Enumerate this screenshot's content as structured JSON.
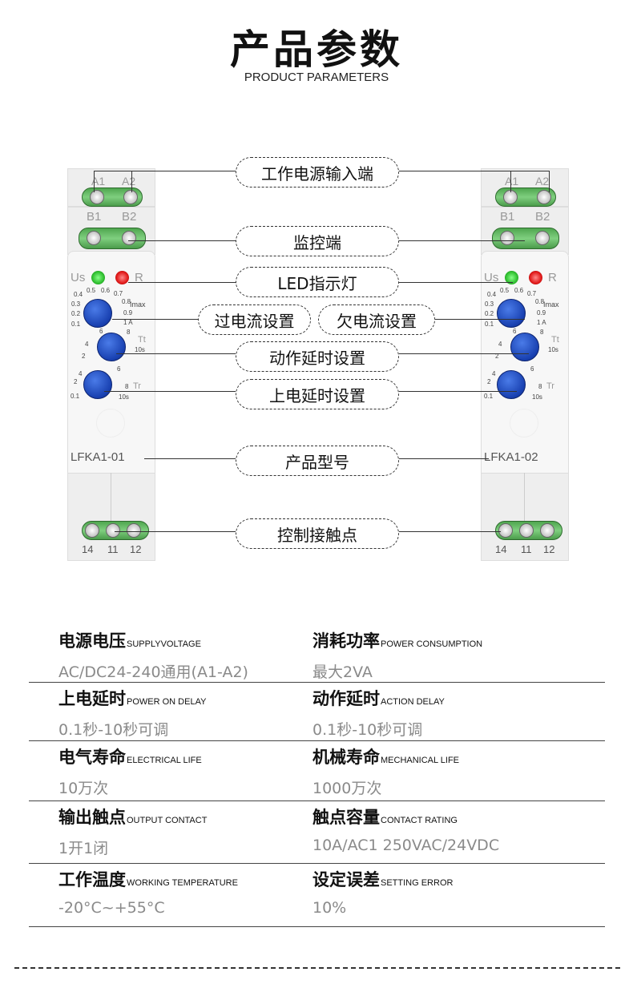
{
  "header": {
    "title": "产品参数",
    "subtitle": "PRODUCT PARAMETERS"
  },
  "callouts": {
    "power_input": "工作电源输入端",
    "monitor": "监控端",
    "led": "LED指示灯",
    "over_current": "过电流设置",
    "under_current": "欠电流设置",
    "action_delay": "动作延时设置",
    "power_on_delay": "上电延时设置",
    "model": "产品型号",
    "contacts": "控制接触点"
  },
  "devices": [
    {
      "model": "LFKA1-01"
    },
    {
      "model": "LFKA1-02"
    }
  ],
  "device_labels": {
    "a1": "A1",
    "a2": "A2",
    "b1": "B1",
    "b2": "B2",
    "us": "Us",
    "r": "R",
    "imax": "Imax",
    "tt": "Tt",
    "tr": "Tr",
    "t14": "14",
    "t11": "11",
    "t12": "12",
    "dial1": [
      "0.1",
      "0.2",
      "0.3",
      "0.4",
      "0.5",
      "0.6",
      "0.7",
      "0.8",
      "0.9",
      "1 A"
    ],
    "dial2": [
      "2",
      "4",
      "6",
      "8",
      "10s"
    ],
    "dial3": [
      "0.1",
      "2",
      "4",
      "6",
      "8",
      "10s"
    ],
    "colors": {
      "led_green": "#2fbf2f",
      "led_red": "#e01818",
      "knob": "#1d47c0",
      "terminal": "#5cb85c"
    }
  },
  "specs": [
    [
      {
        "label": "电源电压",
        "en": "SUPPLYVOLTAGE",
        "value": "AC/DC24-240通用(A1-A2)"
      },
      {
        "label": "消耗功率",
        "en": "POWER CONSUMPTION",
        "value": "最大2VA"
      }
    ],
    [
      {
        "label": "上电延时",
        "en": "POWER ON DELAY",
        "value": "0.1秒-10秒可调"
      },
      {
        "label": "动作延时",
        "en": "ACTION DELAY",
        "value": "0.1秒-10秒可调"
      }
    ],
    [
      {
        "label": "电气寿命",
        "en": "ELECTRICAL LIFE",
        "value": "10万次"
      },
      {
        "label": "机械寿命",
        "en": "MECHANICAL LIFE",
        "value": "1000万次"
      }
    ],
    [
      {
        "label": "输出触点",
        "en": "OUTPUT CONTACT",
        "value": "1开1闭"
      },
      {
        "label": "触点容量",
        "en": "CONTACT RATING",
        "value": "10A/AC1 250VAC/24VDC"
      }
    ],
    [
      {
        "label": "工作温度",
        "en": "WORKING TEMPERATURE",
        "value": "-20°C~+55°C"
      },
      {
        "label": "设定误差",
        "en": "SETTING ERROR",
        "value": "10%"
      }
    ]
  ]
}
